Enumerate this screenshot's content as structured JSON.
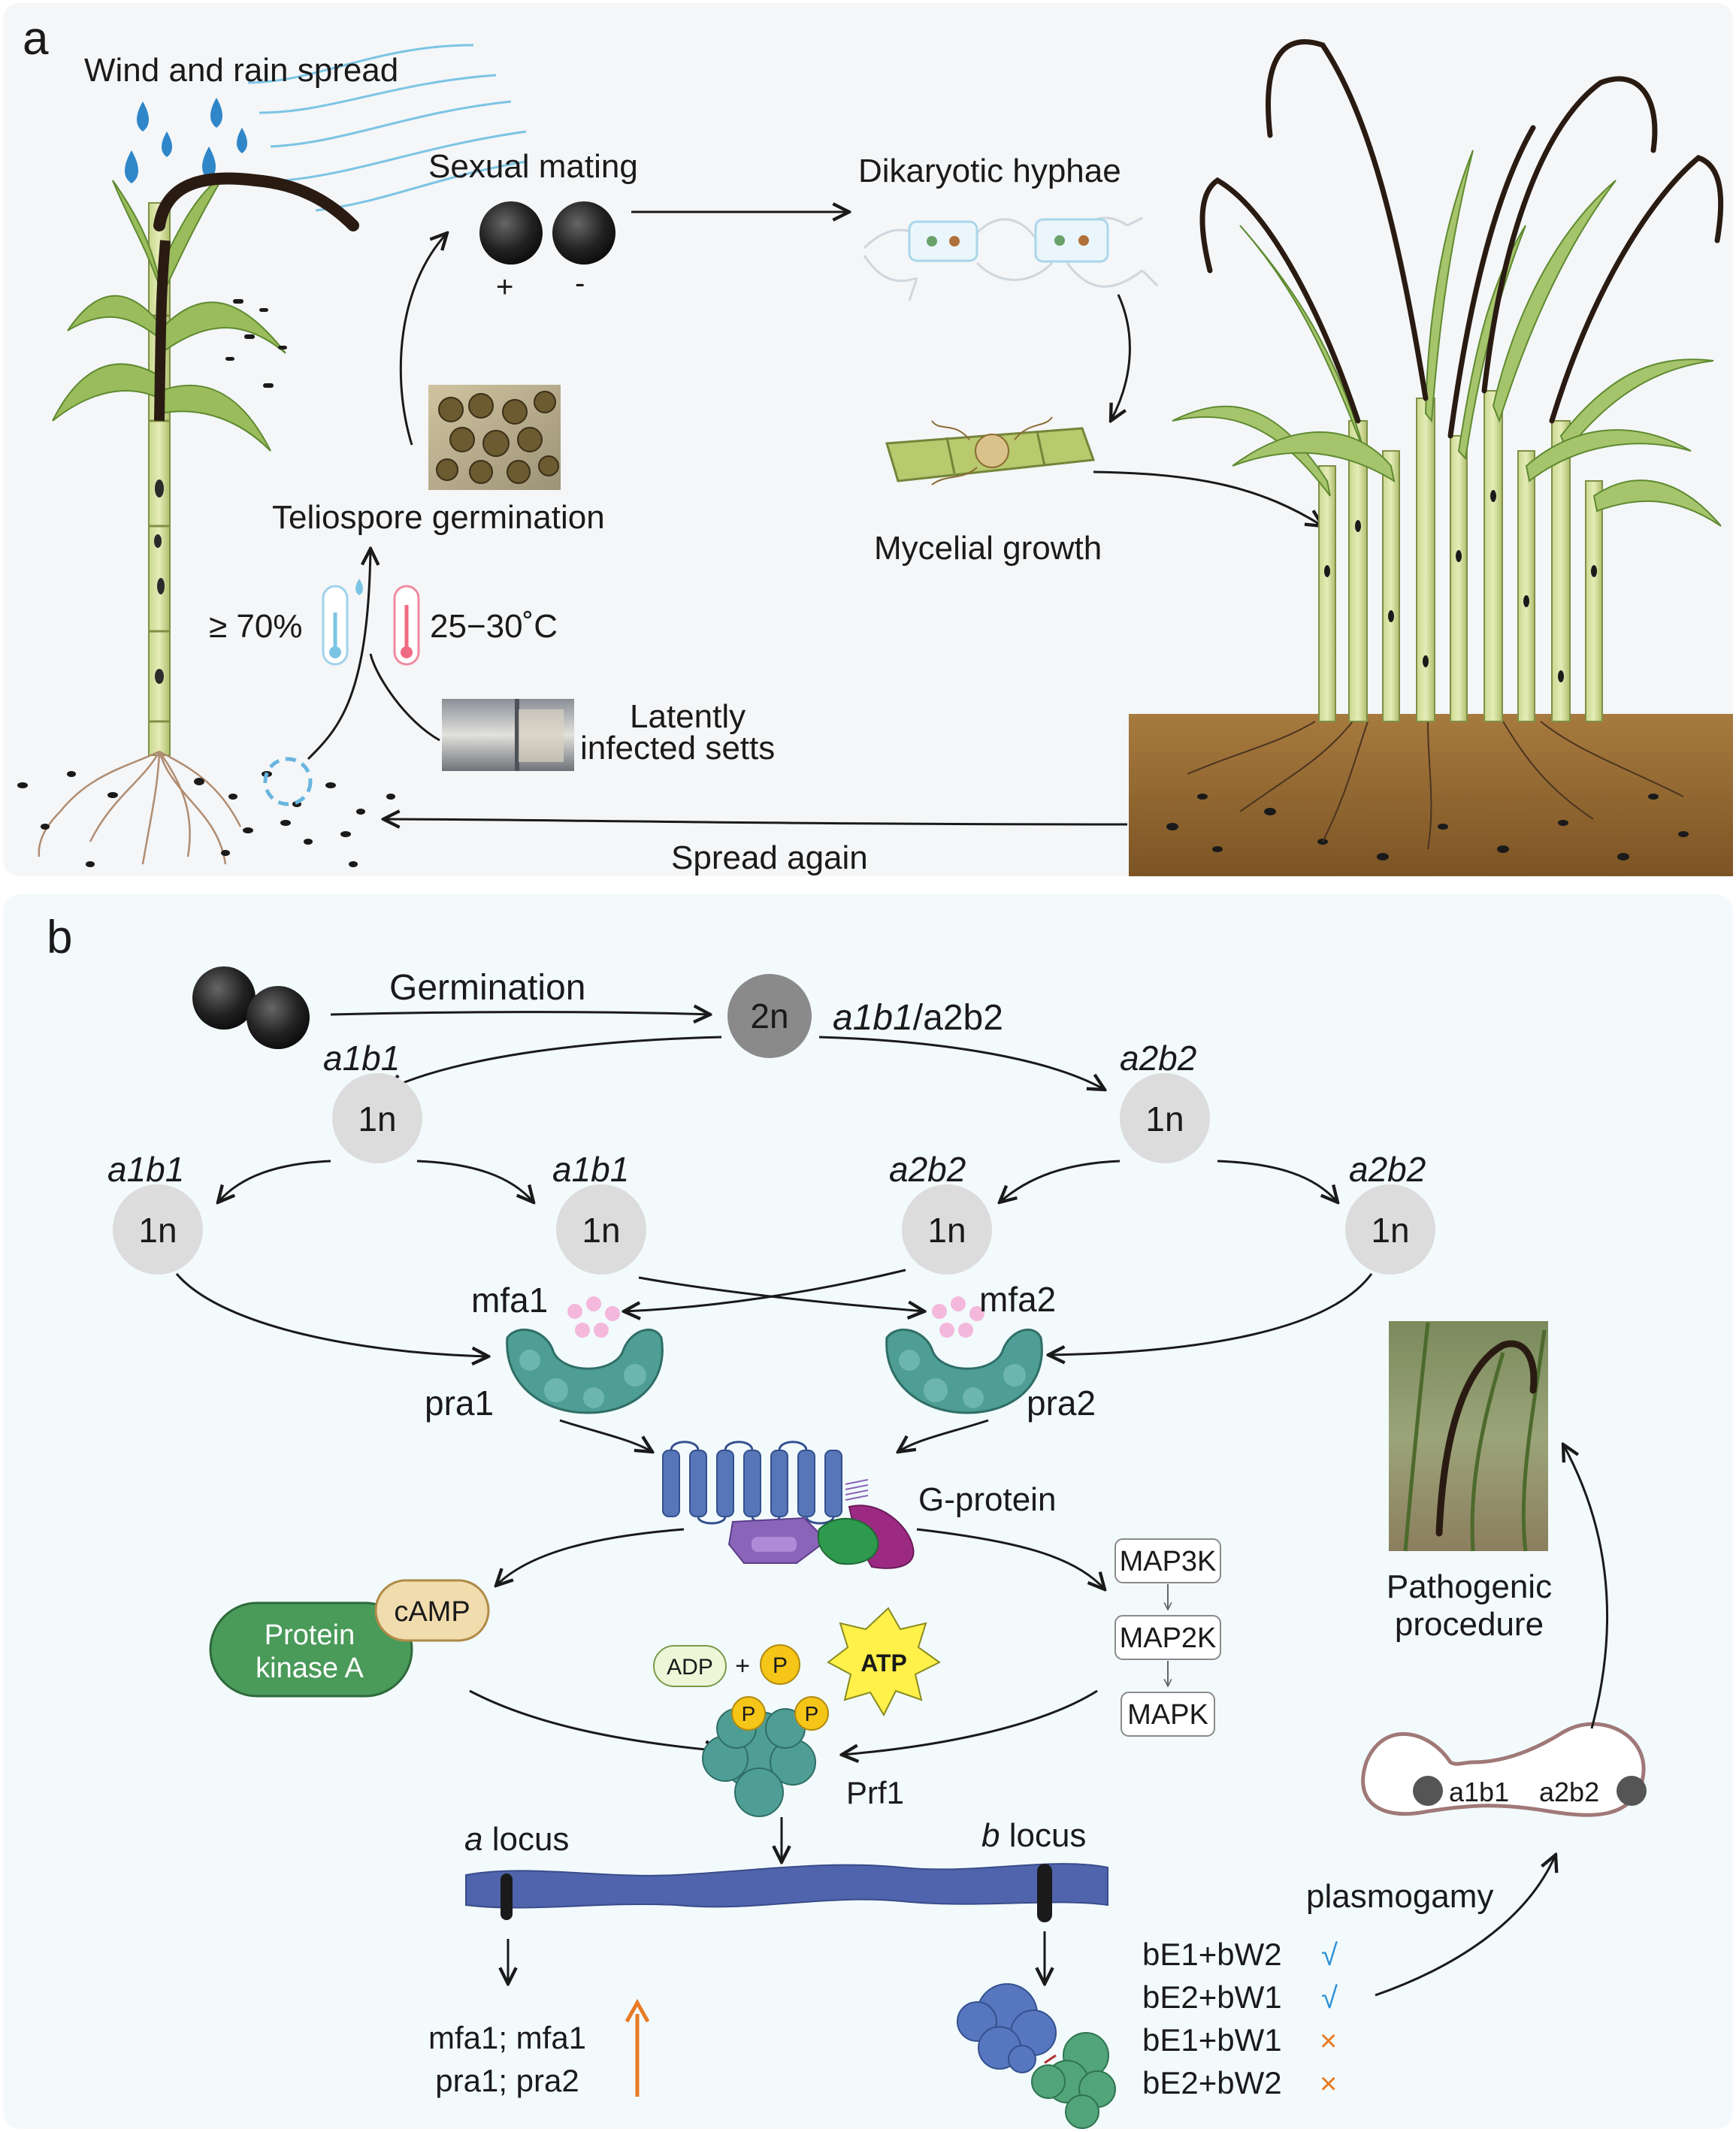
{
  "panel_a": {
    "letter": "a",
    "labels": {
      "wind_rain": "Wind and rain spread",
      "sexual_mating": "Sexual mating",
      "plus": "+",
      "minus": "-",
      "dikaryotic_hyphae": "Dikaryotic hyphae",
      "mycelial_growth": "Mycelial growth",
      "teliospore_germination": "Teliospore germination",
      "humidity": "≥ 70%",
      "temperature": "25−30˚C",
      "latently_line1": "Latently",
      "latently_line2": "infected setts",
      "spread_again": "Spread again"
    }
  },
  "panel_b": {
    "letter": "b",
    "germination": "Germination",
    "diploid": {
      "ploidy": "2n",
      "genotype_italic": "a1b1",
      "genotype_rest": "/a2b2"
    },
    "haploid_level1": [
      {
        "ploidy": "1n",
        "genotype": "a1b1"
      },
      {
        "ploidy": "1n",
        "genotype": "a2b2"
      }
    ],
    "haploid_level2": [
      {
        "ploidy": "1n",
        "genotype": "a1b1"
      },
      {
        "ploidy": "1n",
        "genotype": "a1b1"
      },
      {
        "ploidy": "1n",
        "genotype": "a2b2"
      },
      {
        "ploidy": "1n",
        "genotype": "a2b2"
      }
    ],
    "pheromones": {
      "mfa1": "mfa1",
      "mfa2": "mfa2"
    },
    "receptors": {
      "pra1": "pra1",
      "pra2": "pra2"
    },
    "g_protein": "G-protein",
    "pka": {
      "line1": "Protein",
      "line2": "kinase A",
      "camp": "cAMP"
    },
    "mapk_cascade": [
      "MAP3K",
      "MAP2K",
      "MAPK"
    ],
    "phosphorylation": {
      "adp": "ADP",
      "plus": "+",
      "p": "P",
      "atp": "ATP"
    },
    "prf1": "Prf1",
    "a_locus": {
      "italic": "a",
      "rest": " locus"
    },
    "b_locus": {
      "italic": "b",
      "rest": " locus"
    },
    "a_targets": [
      "mfa1; mfa1",
      "pra1; pra2"
    ],
    "b_combinations": [
      {
        "text": "bE1+bW2",
        "mark": "√",
        "compatible": true
      },
      {
        "text": "bE2+bW1",
        "mark": "√",
        "compatible": true
      },
      {
        "text": "bE1+bW1",
        "mark": "×",
        "compatible": false
      },
      {
        "text": "bE2+bW2",
        "mark": "×",
        "compatible": false
      }
    ],
    "plasmogamy": "plasmogamy",
    "dikaryon": {
      "left": "a1b1",
      "right": "a2b2"
    },
    "pathogenic": {
      "line1": "Pathogenic",
      "line2": "procedure"
    }
  },
  "colors": {
    "panel_a_bg": "#f4f6f8",
    "panel_b_bg": "#f2fafc",
    "node_grey": "#dcdcdc",
    "diploid_grey": "#8a8a8a",
    "receptor_teal": "#4e9e96",
    "pheromone_pink": "#f4b8dc",
    "pka_green": "#4a9a5a",
    "camp_tan": "#f1dcae",
    "chromosome_blue": "#5064ad",
    "check_blue": "#2a8fd6",
    "cross_orange": "#e87a24",
    "up_arrow_orange": "#e87a24"
  }
}
